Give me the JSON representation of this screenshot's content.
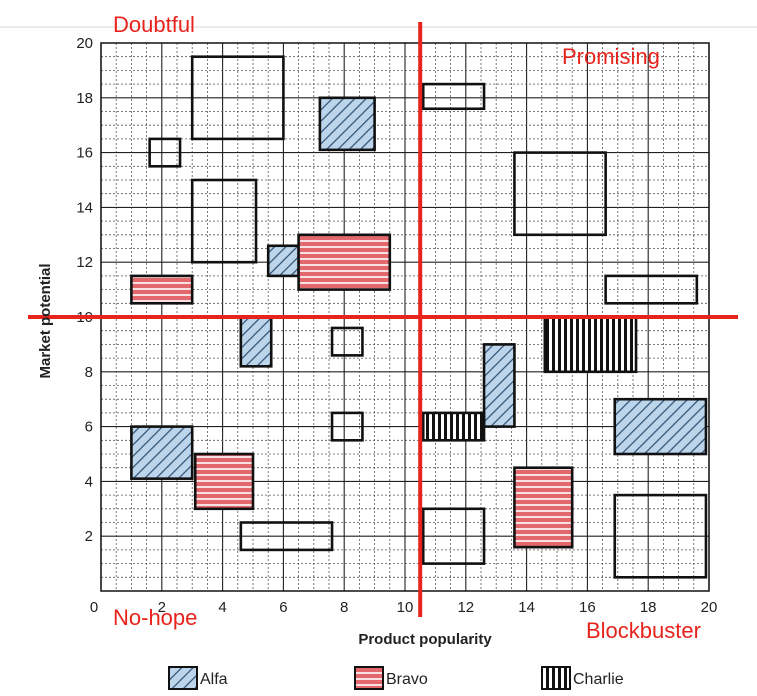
{
  "chart_data": {
    "type": "scatter",
    "xlabel": "Product popularity",
    "ylabel": "Market potential",
    "xlim": [
      0,
      20
    ],
    "ylim": [
      0,
      20
    ],
    "x_ticks": [
      "0",
      "2",
      "4",
      "6",
      "8",
      "10",
      "12",
      "14",
      "16",
      "18",
      "20"
    ],
    "y_ticks": [
      "2",
      "4",
      "6",
      "8",
      "10",
      "12",
      "14",
      "16",
      "18",
      "20"
    ],
    "grid": true,
    "divider_lines": {
      "x": 10.5,
      "y": 10
    },
    "quadrant_labels": {
      "top_left": "Doubtful",
      "top_right": "Promising",
      "bottom_left": "No-hope",
      "bottom_right": "Blockbuster"
    },
    "legend": [
      {
        "name": "Alfa",
        "pattern": "diagonal"
      },
      {
        "name": "Bravo",
        "pattern": "horizontal"
      },
      {
        "name": "Charlie",
        "pattern": "vertical"
      }
    ],
    "colors": {
      "alfa": "#bcd5ea",
      "bravo": "#e2686e",
      "charlie": "#ffffff",
      "divider": "#e8231c"
    },
    "boxes": [
      {
        "series": "",
        "x0": 3.0,
        "x1": 6.0,
        "y0": 16.5,
        "y1": 19.5
      },
      {
        "series": "Alfa",
        "x0": 7.2,
        "x1": 9.0,
        "y0": 16.1,
        "y1": 18.0
      },
      {
        "series": "",
        "x0": 10.6,
        "x1": 12.6,
        "y0": 17.6,
        "y1": 18.5
      },
      {
        "series": "",
        "x0": 1.6,
        "x1": 2.6,
        "y0": 15.5,
        "y1": 16.5
      },
      {
        "series": "",
        "x0": 3.0,
        "x1": 5.1,
        "y0": 12.0,
        "y1": 15.0
      },
      {
        "series": "",
        "x0": 13.6,
        "x1": 16.6,
        "y0": 13.0,
        "y1": 16.0
      },
      {
        "series": "Alfa",
        "x0": 5.5,
        "x1": 6.5,
        "y0": 11.5,
        "y1": 12.6
      },
      {
        "series": "Bravo",
        "x0": 6.5,
        "x1": 9.5,
        "y0": 11.0,
        "y1": 13.0
      },
      {
        "series": "Bravo",
        "x0": 1.0,
        "x1": 3.0,
        "y0": 10.5,
        "y1": 11.5
      },
      {
        "series": "",
        "x0": 16.6,
        "x1": 19.6,
        "y0": 10.5,
        "y1": 11.5
      },
      {
        "series": "Alfa",
        "x0": 4.6,
        "x1": 5.6,
        "y0": 8.2,
        "y1": 10.0
      },
      {
        "series": "",
        "x0": 7.6,
        "x1": 8.6,
        "y0": 8.6,
        "y1": 9.6
      },
      {
        "series": "Charlie",
        "x0": 14.6,
        "x1": 17.6,
        "y0": 8.0,
        "y1": 10.0
      },
      {
        "series": "Alfa",
        "x0": 12.6,
        "x1": 13.6,
        "y0": 6.0,
        "y1": 9.0
      },
      {
        "series": "",
        "x0": 7.6,
        "x1": 8.6,
        "y0": 5.5,
        "y1": 6.5
      },
      {
        "series": "Charlie",
        "x0": 10.6,
        "x1": 12.6,
        "y0": 5.5,
        "y1": 6.5
      },
      {
        "series": "Alfa",
        "x0": 16.9,
        "x1": 19.9,
        "y0": 5.0,
        "y1": 7.0
      },
      {
        "series": "Alfa",
        "x0": 1.0,
        "x1": 3.0,
        "y0": 4.1,
        "y1": 6.0
      },
      {
        "series": "Bravo",
        "x0": 3.1,
        "x1": 5.0,
        "y0": 3.0,
        "y1": 5.0
      },
      {
        "series": "Bravo",
        "x0": 13.6,
        "x1": 15.5,
        "y0": 1.6,
        "y1": 4.5
      },
      {
        "series": "",
        "x0": 10.6,
        "x1": 12.6,
        "y0": 1.0,
        "y1": 3.0
      },
      {
        "series": "",
        "x0": 16.9,
        "x1": 19.9,
        "y0": 0.5,
        "y1": 3.5
      },
      {
        "series": "",
        "x0": 4.6,
        "x1": 7.6,
        "y0": 1.5,
        "y1": 2.5
      }
    ]
  }
}
